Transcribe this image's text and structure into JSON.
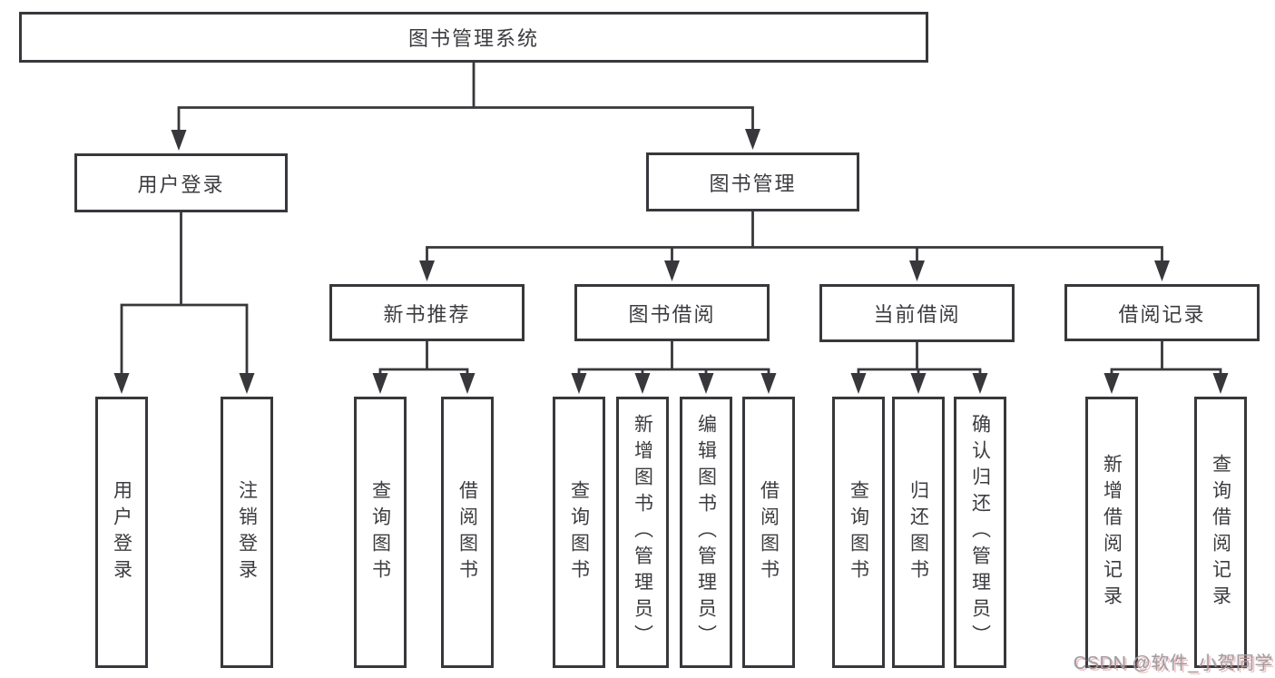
{
  "tree": {
    "label": "图书管理系统",
    "children": [
      {
        "label": "用户登录",
        "children": [
          {
            "label": "用户登录"
          },
          {
            "label": "注销登录"
          }
        ]
      },
      {
        "label": "图书管理",
        "children": [
          {
            "label": "新书推荐",
            "children": [
              {
                "label": "查询图书"
              },
              {
                "label": "借阅图书"
              }
            ]
          },
          {
            "label": "图书借阅",
            "children": [
              {
                "label": "查询图书"
              },
              {
                "label": "新增图书（管理员）"
              },
              {
                "label": "编辑图书（管理员）"
              },
              {
                "label": "借阅图书"
              }
            ]
          },
          {
            "label": "当前借阅",
            "children": [
              {
                "label": "查询图书"
              },
              {
                "label": "归还图书"
              },
              {
                "label": "确认归还（管理员）"
              }
            ]
          },
          {
            "label": "借阅记录",
            "children": [
              {
                "label": "新增借阅记录"
              },
              {
                "label": "查询借阅记录"
              }
            ]
          }
        ]
      }
    ]
  },
  "watermark": {
    "text": "CSDN @软件_小贺同学"
  },
  "colors": {
    "line": "#38383c",
    "text": "#3c3c40",
    "background": "#ffffff",
    "watermark_gray": "#9d9da0",
    "watermark_accent": "#e46262"
  }
}
